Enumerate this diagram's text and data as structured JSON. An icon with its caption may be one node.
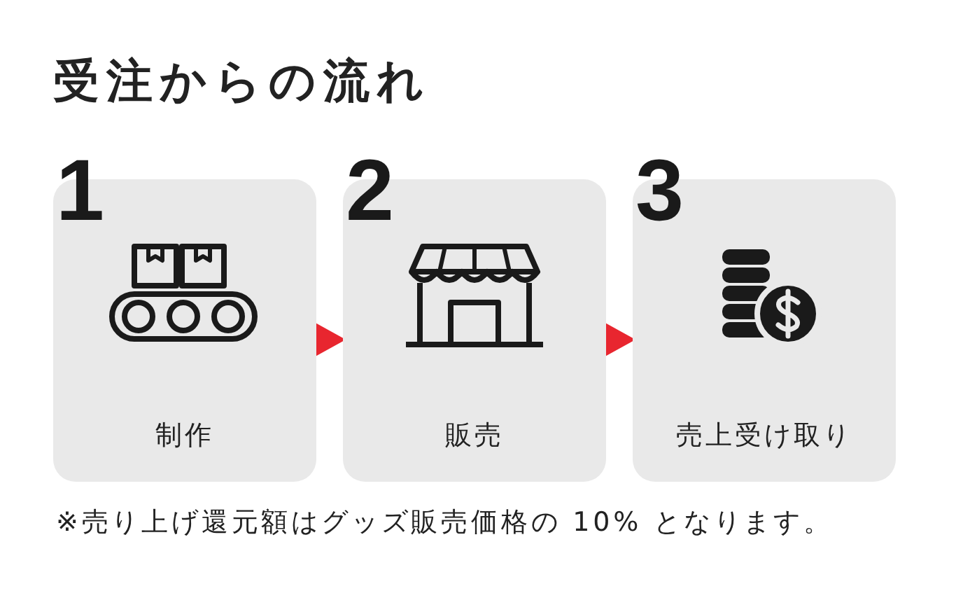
{
  "diagram": {
    "title": "受注からの流れ",
    "nodes": [
      {
        "text": [
          "1",
          "制作"
        ]
      },
      {
        "text": [
          "2",
          "販売"
        ]
      },
      {
        "text": [
          "3",
          "売上受け取り"
        ]
      }
    ],
    "edges": [
      {
        "from": 0,
        "to": 1,
        "arrow": "to",
        "color": "#e8262f"
      },
      {
        "from": 1,
        "to": 2,
        "arrow": "to",
        "color": "#e8262f"
      }
    ],
    "labels": [
      "※売り上げ還元額はグッズ販売価格の 10% となります。"
    ]
  }
}
